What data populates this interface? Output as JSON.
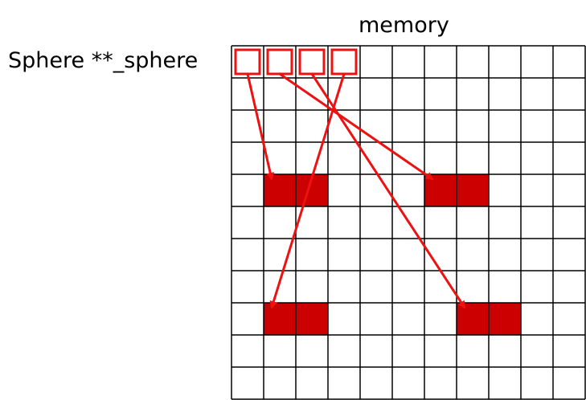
{
  "variable_label": "Sphere **_sphere",
  "memory_title": "memory",
  "grid": {
    "columns": 11,
    "rows": 11
  },
  "pointer_slots": [
    {
      "col": 0,
      "row": 0,
      "target": {
        "col": 1,
        "row": 4
      }
    },
    {
      "col": 1,
      "row": 0,
      "target": {
        "col": 6,
        "row": 4
      }
    },
    {
      "col": 2,
      "row": 0,
      "target": {
        "col": 7,
        "row": 8
      }
    },
    {
      "col": 3,
      "row": 0,
      "target": {
        "col": 1,
        "row": 8
      }
    }
  ],
  "allocated_blocks": [
    {
      "col": 1,
      "row": 4,
      "span": 2
    },
    {
      "col": 6,
      "row": 4,
      "span": 2
    },
    {
      "col": 1,
      "row": 8,
      "span": 2
    },
    {
      "col": 7,
      "row": 8,
      "span": 2
    }
  ],
  "colors": {
    "grid_line": "#000000",
    "slot_outline": "#ee1111",
    "block_fill": "#cc0000",
    "arrow": "#ee1111"
  }
}
